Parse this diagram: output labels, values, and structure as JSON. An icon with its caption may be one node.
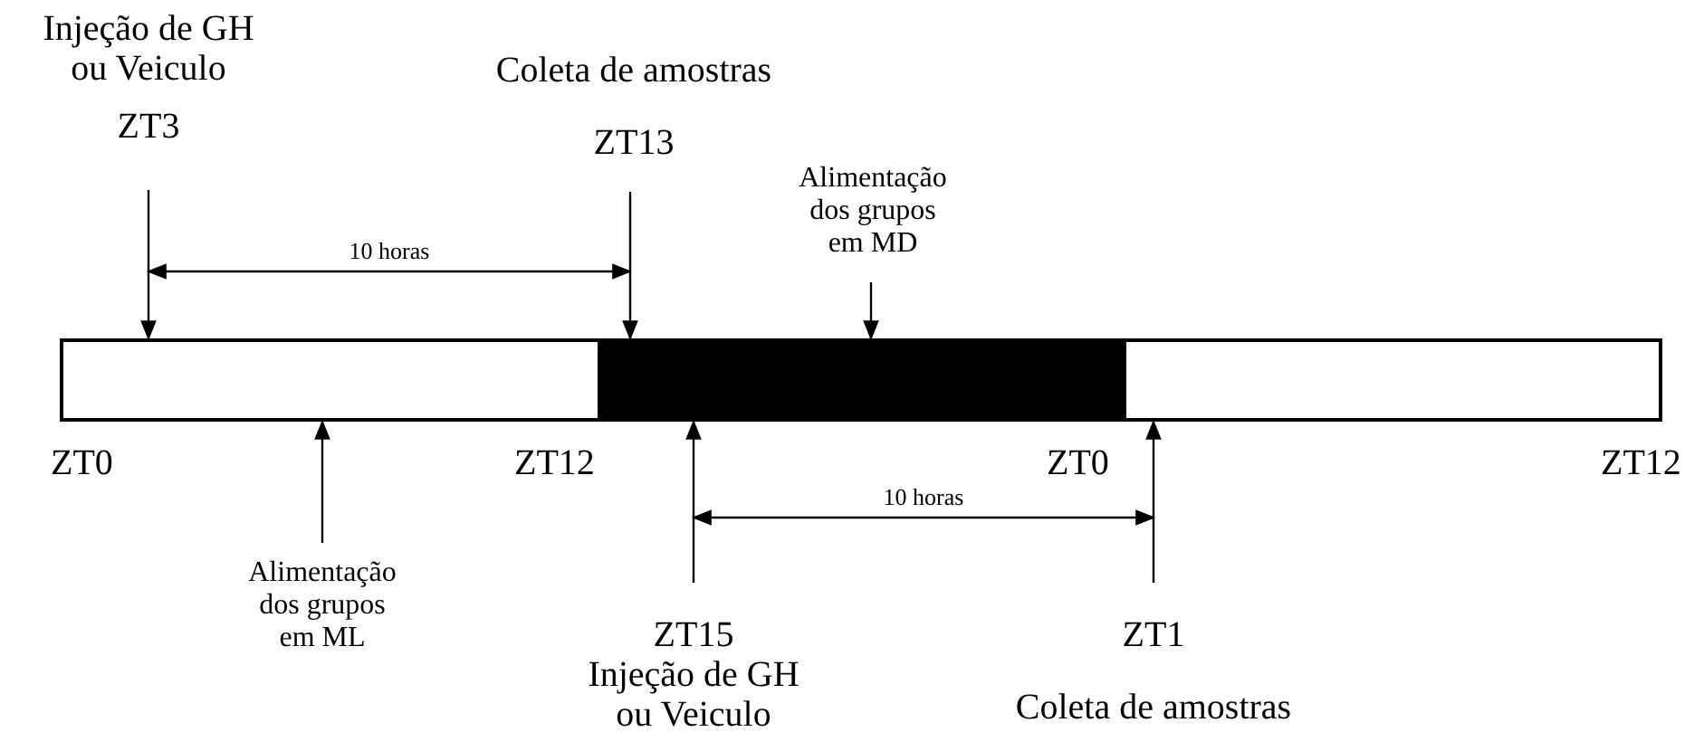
{
  "diagram": {
    "nodes": [
      {
        "text": [
          "Injeção de GH ou Veiculo",
          "ZT3"
        ]
      },
      {
        "text": [
          "Coleta de amostras",
          "ZT13"
        ]
      },
      {
        "text": [
          "Alimentação dos grupos em MD"
        ]
      },
      {
        "text": [],
        "shape": "bar"
      },
      {
        "text": [],
        "shape": "bar"
      },
      {
        "text": [],
        "shape": "bar"
      },
      {
        "text": [
          "Alimentação dos grupos em ML"
        ]
      },
      {
        "text": [
          "ZT15",
          "Injeção de GH ou Veiculo"
        ]
      },
      {
        "text": [
          "ZT1",
          "Coleta de amostras"
        ]
      }
    ],
    "edges": [
      {
        "from": 0,
        "to": 3,
        "arrow": "to"
      },
      {
        "from": 1,
        "to": 4,
        "arrow": "to"
      },
      {
        "from": 2,
        "to": 4,
        "arrow": "to"
      },
      {
        "from": 6,
        "to": 3,
        "arrow": "to"
      },
      {
        "from": 7,
        "to": 4,
        "arrow": "to"
      },
      {
        "from": 8,
        "to": 5,
        "arrow": "to"
      }
    ],
    "labels": [
      "10 horas",
      "ZT0",
      "ZT12",
      "ZT0",
      "ZT12",
      "10 horas"
    ]
  }
}
